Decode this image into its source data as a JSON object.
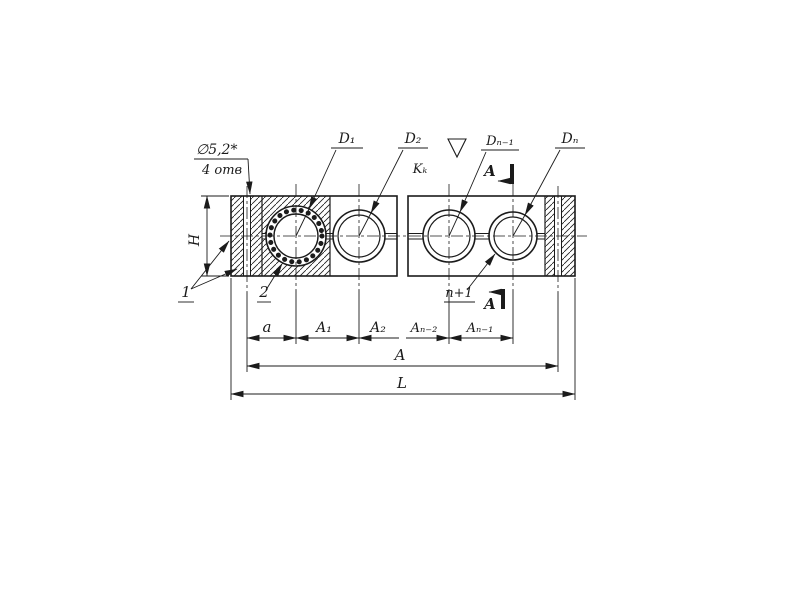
{
  "drawing": {
    "callouts": {
      "hole_dia": "∅5,2*",
      "hole_qty": "4 отв",
      "item1": "1",
      "item2": "2",
      "item_n_plus_1": "n+1",
      "roughness": "Kₖ"
    },
    "holes": {
      "d1": "D₁",
      "d2": "D₂",
      "dn_minus_1": "Dₙ₋₁",
      "dn": "Dₙ"
    },
    "dimensions": {
      "h": "H",
      "a": "a",
      "a1": "A₁",
      "a2": "A₂",
      "an_minus_2": "Aₙ₋₂",
      "an_minus_1": "Aₙ₋₁",
      "overall_a": "A",
      "overall_l": "L"
    },
    "section": {
      "top": "A",
      "bottom": "A"
    },
    "colors": {
      "ink": "#1b1b1b",
      "paper": "#ffffff"
    }
  }
}
